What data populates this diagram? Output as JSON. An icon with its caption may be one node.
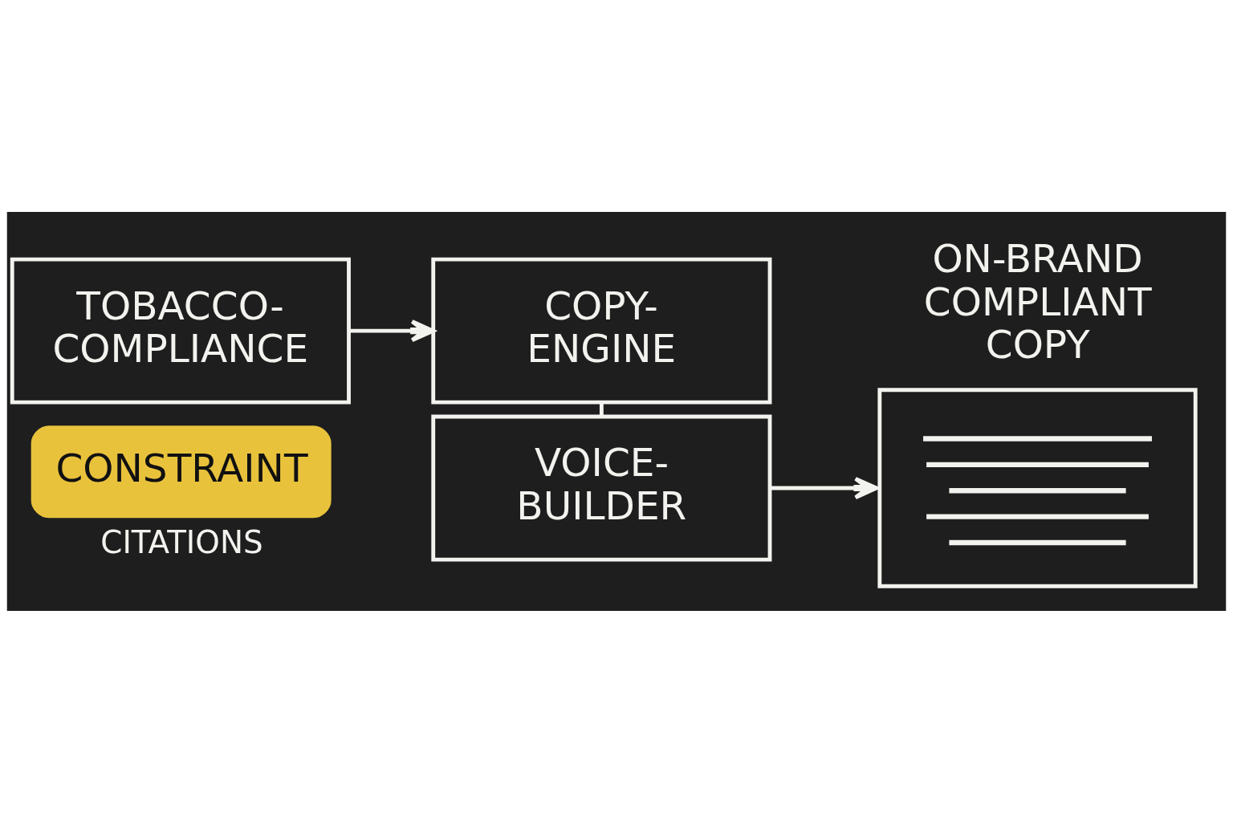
{
  "diagram": {
    "nodes": [
      {
        "text": [
          "TOBACCO- COMPLIANCE"
        ]
      },
      {
        "text": [
          "CONSTRAINT"
        ],
        "beside": [
          "CITATIONS"
        ]
      },
      {
        "text": [
          "COPY- ENGINE"
        ]
      },
      {
        "text": [
          "VOICE- BUILDER"
        ]
      },
      {
        "text": [
          "ON-BRAND COMPLIANT COPY"
        ]
      }
    ],
    "edges": [
      {
        "from": 0,
        "to": 2,
        "arrow": "to"
      },
      {
        "from": 2,
        "to": 3,
        "arrow": "none"
      },
      {
        "from": 3,
        "to": 4,
        "arrow": "to"
      }
    ]
  }
}
